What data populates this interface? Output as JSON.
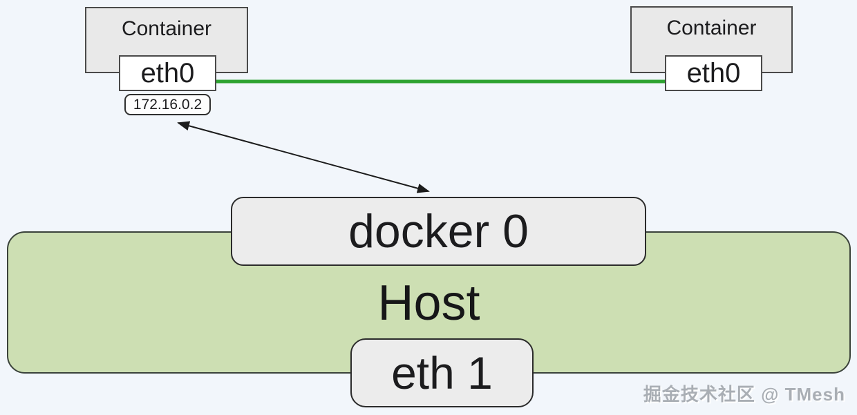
{
  "containers": {
    "left": {
      "title": "Container",
      "interface": "eth0",
      "ip": "172.16.0.2"
    },
    "right": {
      "title": "Container",
      "interface": "eth0"
    }
  },
  "bridge": {
    "label": "docker 0"
  },
  "host": {
    "label": "Host",
    "interface": "eth 1"
  },
  "links": {
    "container_link": "green-line",
    "bridge_ip_arrow": "double-headed-arrow"
  },
  "watermark": {
    "text": "掘金技术社区 @ TMesh"
  },
  "colors": {
    "background": "#f2f6fb",
    "container_fill": "#e9e9e9",
    "interface_fill": "#ffffff",
    "rounded_fill": "#ececec",
    "host_fill": "#cddfb3",
    "link_green": "#2da230",
    "border_dark": "#4a4a4a",
    "text": "#1c1c1e",
    "watermark_gray": "#a9aeb4"
  }
}
